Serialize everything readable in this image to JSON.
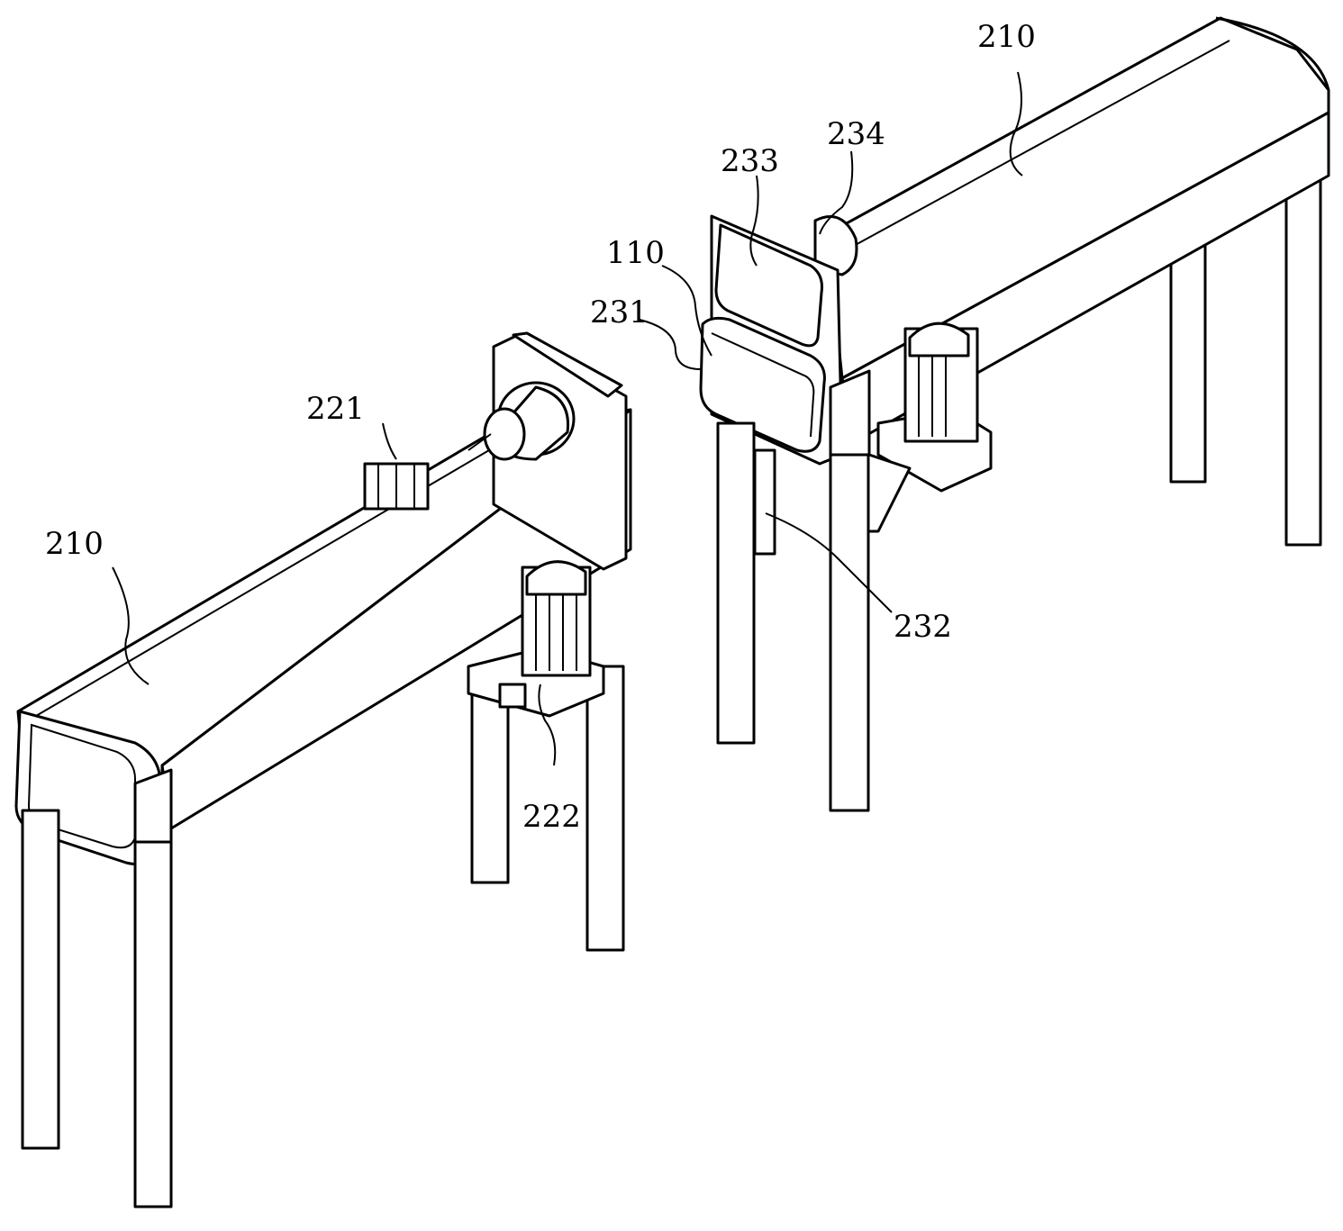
{
  "labels": {
    "left_rail": "210",
    "right_rail": "210",
    "left_top_unit": "221",
    "left_bottom_unit": "222",
    "plate_upper": "233",
    "cylinder": "234",
    "frame": "110",
    "plate_lower": "231",
    "post": "232"
  }
}
